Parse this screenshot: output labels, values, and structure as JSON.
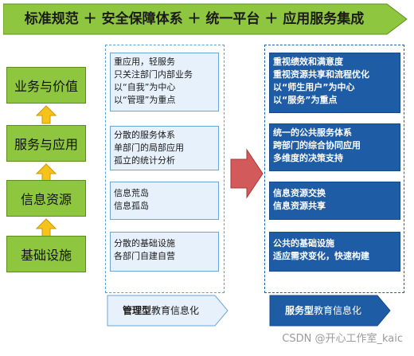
{
  "header": {
    "title": "标准规范 ＋ 安全保障体系 ＋ 统一平台 ＋ 应用服务集成"
  },
  "levels": [
    {
      "label": "业务与价值"
    },
    {
      "label": "服务与应用"
    },
    {
      "label": "信息资源"
    },
    {
      "label": "基础设施"
    }
  ],
  "management": {
    "groups": [
      {
        "items": [
          "重应用，轻服务",
          "只关注部门内部业务",
          "以“自我”为中心",
          "以“管理”为重点"
        ]
      },
      {
        "items": [
          "分散的服务体系",
          "单部门的局部应用",
          "孤立的统计分析"
        ]
      },
      {
        "items": [
          "信息荒岛",
          "信息孤岛"
        ]
      },
      {
        "items": [
          "分散的基础设施",
          "各部门自建自营"
        ]
      }
    ],
    "label_bold": "管理型",
    "label_rest": "教育信息化"
  },
  "service": {
    "groups": [
      {
        "items": [
          "重视绩效和满意度",
          "重视资源共享和流程优化",
          "以“师生用户”为中心",
          "以“服务”为重点"
        ]
      },
      {
        "items": [
          "统一的公共服务体系",
          "跨部门的综合协同应用",
          "多维度的决策支持"
        ]
      },
      {
        "items": [
          "信息资源交换",
          "信息资源共享"
        ]
      },
      {
        "items": [
          "公共的基础设施",
          "适应需求变化，快速构建"
        ]
      }
    ],
    "label_bold": "服务型",
    "label_rest": "教育信息化"
  },
  "watermark": "CSDN @开心工作室_kaic",
  "colors": {
    "banner_green": "#8ec63f",
    "level_green": "#8ec63f",
    "up_arrow_yellow": "#f7c21a",
    "mid_box_fill": "#e7f1fb",
    "right_box_fill": "#1f5ca6",
    "transition_arrow": "#d35a5a"
  }
}
